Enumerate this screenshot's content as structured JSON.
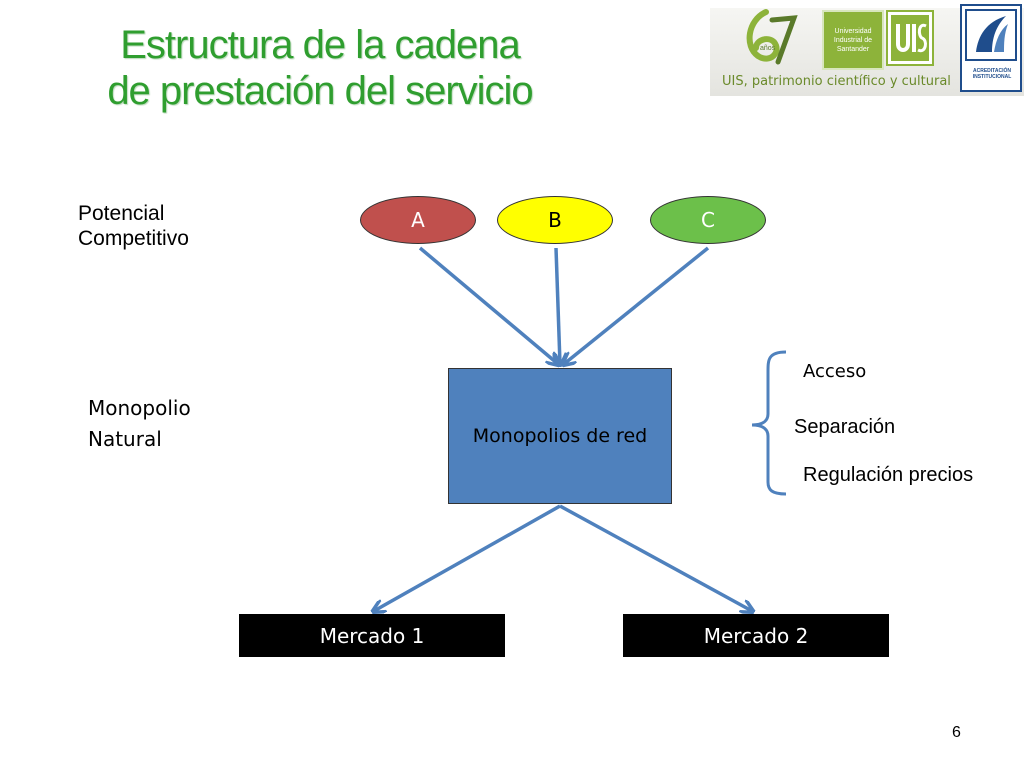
{
  "title": {
    "line1": "Estructura de la cadena",
    "line2": "de prestación del servicio"
  },
  "logos": {
    "anniversary_mark": "67 años",
    "caption": "UIS, patrimonio científico y cultural",
    "university_name": "Universidad Industrial de Santander",
    "accreditation": "ACREDITACIÓN INSTITUCIONAL",
    "colors": {
      "green": "#8db33a",
      "accreditation_blue": "#1f4d8c"
    }
  },
  "labels": {
    "potencial_line1": "Potencial",
    "potencial_line2": "Competitivo",
    "monopolio_line1": "Monopolio",
    "monopolio_line2": "Natural"
  },
  "competitors": [
    {
      "label": "A",
      "color": "#c0504d"
    },
    {
      "label": "B",
      "color": "#ffff00"
    },
    {
      "label": "C",
      "color": "#6cc04a"
    }
  ],
  "network": {
    "label": "Monopolios de red",
    "color": "#4f81bd"
  },
  "markets": [
    {
      "label": "Mercado 1"
    },
    {
      "label": "Mercado 2"
    }
  ],
  "regulation": {
    "items": [
      "Acceso",
      "Separación",
      "Regulación precios"
    ]
  },
  "colors": {
    "title": "#2f9e2f",
    "arrow": "#4f81bd",
    "market_bg": "#000000"
  },
  "page_number": "6"
}
